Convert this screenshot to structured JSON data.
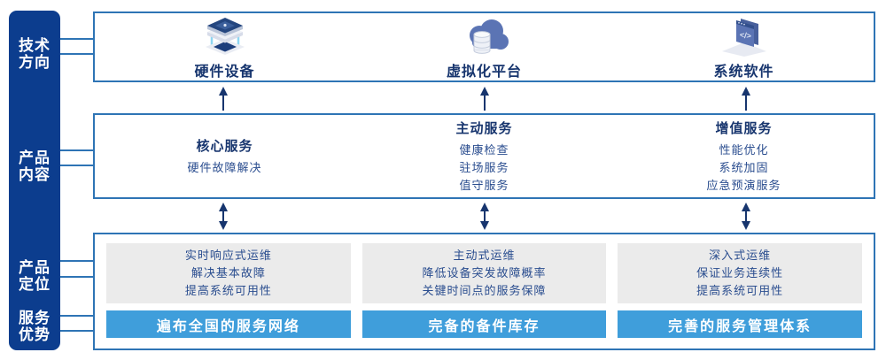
{
  "sidebar": {
    "items": [
      {
        "line1": "技术",
        "line2": "方向"
      },
      {
        "line1": "产品",
        "line2": "内容"
      },
      {
        "line1": "产品",
        "line2": "定位"
      },
      {
        "line1": "服务",
        "line2": "优势"
      }
    ]
  },
  "top_row": {
    "items": [
      {
        "icon": "hardware-stack-icon",
        "label": "硬件设备"
      },
      {
        "icon": "cloud-database-icon",
        "label": "虚拟化平台"
      },
      {
        "icon": "code-window-icon",
        "label": "系统软件"
      }
    ]
  },
  "middle_row": {
    "columns": [
      {
        "title": "核心服务",
        "items": [
          "硬件故障解决"
        ]
      },
      {
        "title": "主动服务",
        "items": [
          "健康检查",
          "驻场服务",
          "值守服务"
        ]
      },
      {
        "title": "增值服务",
        "items": [
          "性能优化",
          "系统加固",
          "应急预演服务"
        ]
      }
    ]
  },
  "bottom_row": {
    "columns": [
      {
        "lines": [
          "实时响应式运维",
          "解决基本故障",
          "提高系统可用性"
        ],
        "banner": "遍布全国的服务网络"
      },
      {
        "lines": [
          "主动式运维",
          "降低设备突发故障概率",
          "关键时间点的服务保障"
        ],
        "banner": "完备的备件库存"
      },
      {
        "lines": [
          "深入式运维",
          "保证业务连续性",
          "提高系统可用性"
        ],
        "banner": "完善的服务管理体系"
      }
    ]
  },
  "colors": {
    "sidebar_bg": "#0c3d8e",
    "frame_border": "#2e74b5",
    "navy_text": "#17356e",
    "body_text": "#2a4d8f",
    "banner_bg": "#3f9edb",
    "gray_card_bg": "#ebebeb",
    "arrow": "#17356e",
    "icon_indigo": "#5b74b4",
    "icon_navy": "#24467f",
    "icon_wire_blue": "#8ed6f2"
  }
}
